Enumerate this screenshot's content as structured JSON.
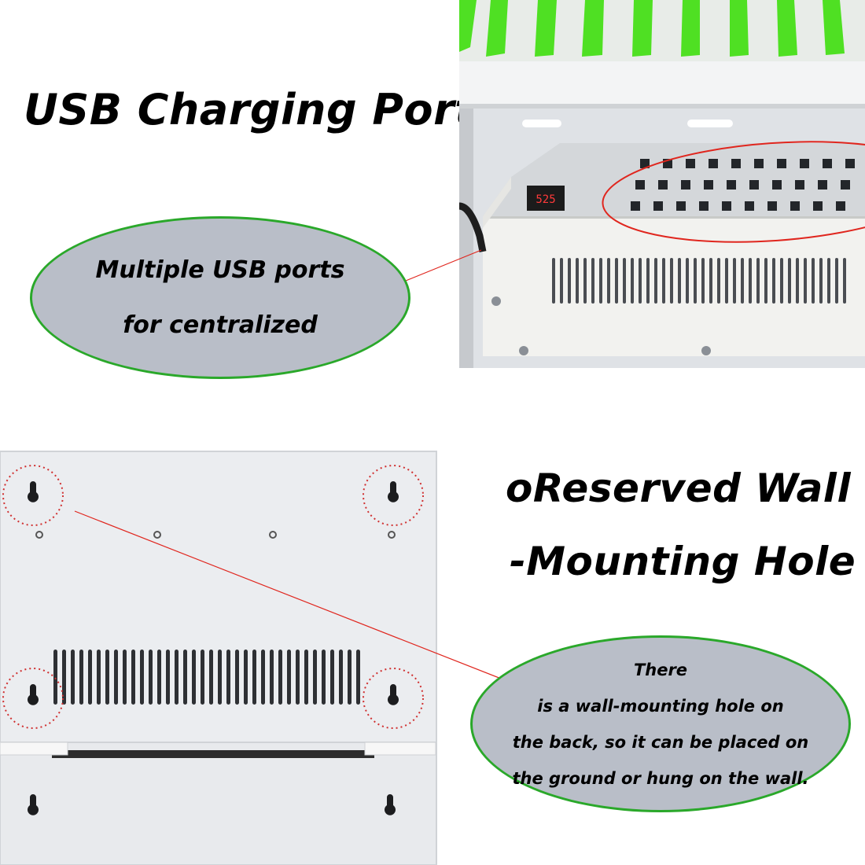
{
  "headings": {
    "usb_port": "USB Charging Port",
    "wall_line1": "oReserved Wall",
    "wall_line2": "-Mounting Hole"
  },
  "bubble_top": {
    "line1": "Multiple USB ports",
    "line2": "for centralized"
  },
  "bubble_bottom": {
    "line1": "There",
    "line2": "is a wall-mounting hole on",
    "line3": "the back, so it can be placed on",
    "line4": "the ground or hung on the wall."
  },
  "display": {
    "reading": "525"
  },
  "colors": {
    "bubble_fill": "#b9bec8",
    "bubble_border": "#2aa82a",
    "callout_line": "#e0261e",
    "divider_green": "#4fe023"
  }
}
